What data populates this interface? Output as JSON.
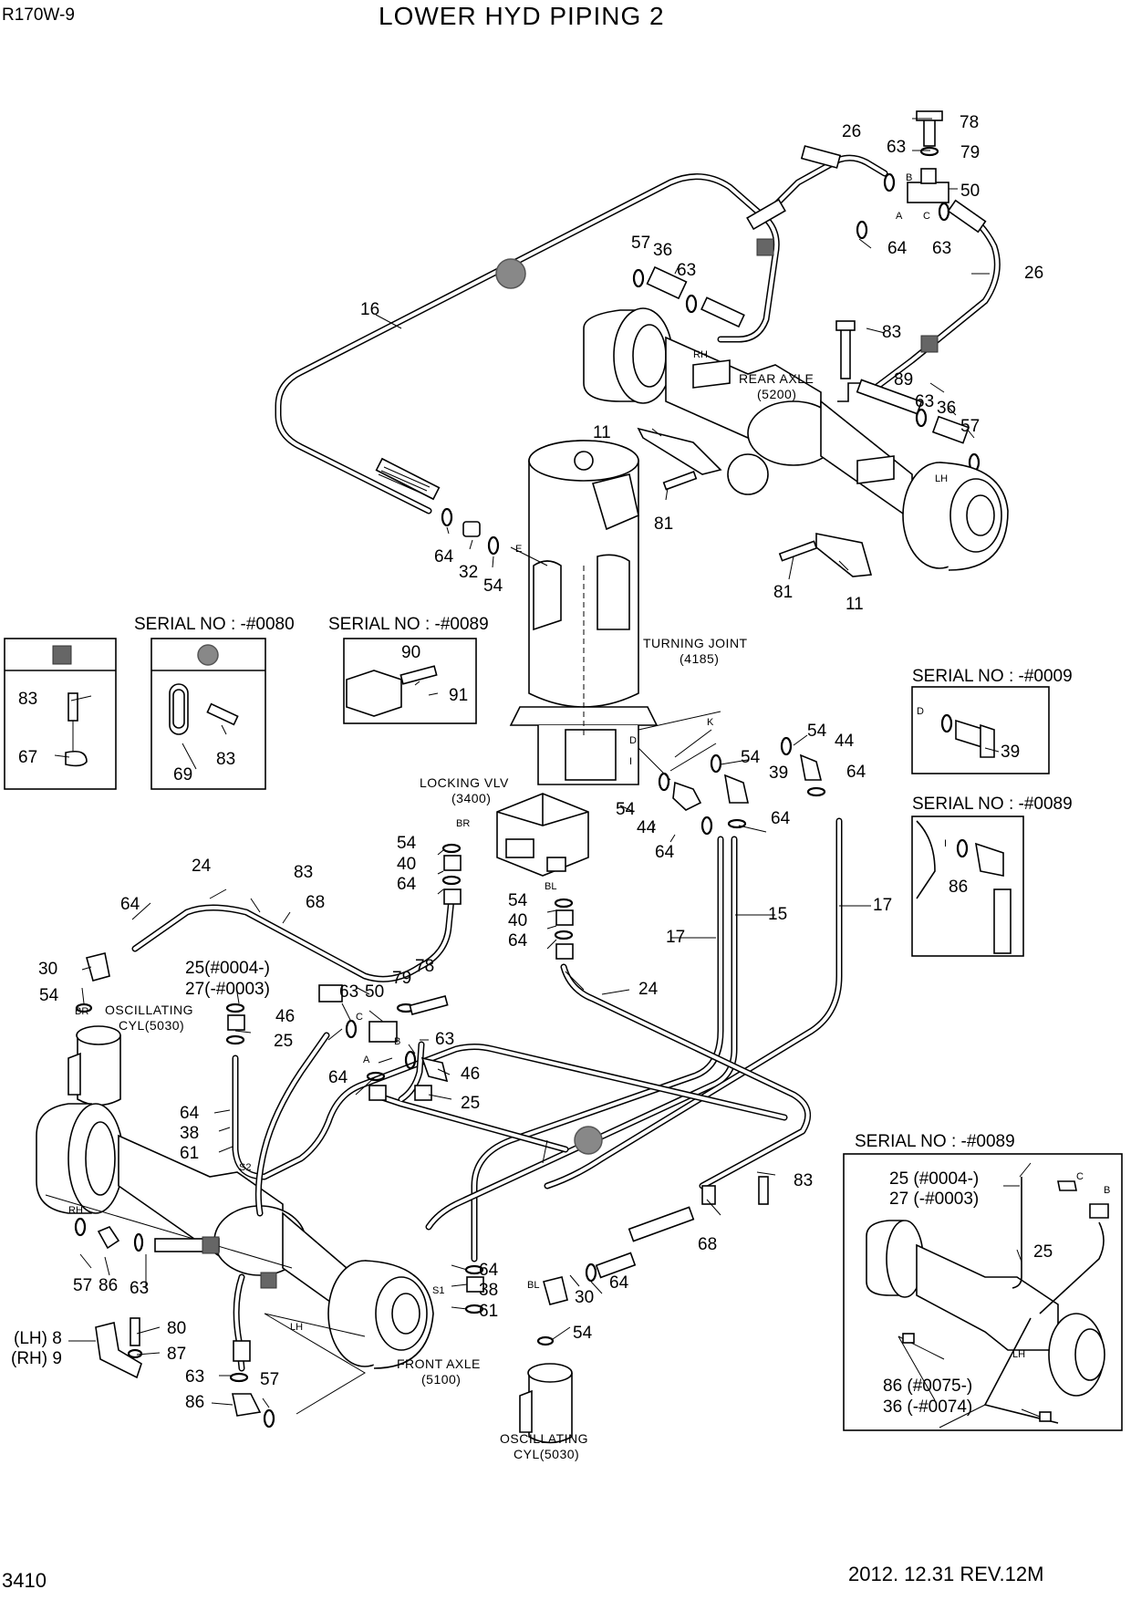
{
  "header": {
    "model": "R170W-9",
    "title": "LOWER HYD PIPING 2"
  },
  "footer": {
    "page": "3410",
    "revision": "2012. 12.31  REV.12M"
  },
  "assemblies": {
    "rear_axle": [
      "REAR AXLE",
      "(5200)"
    ],
    "turning_joint": [
      "TURNING JOINT",
      "(4185)"
    ],
    "locking_vlv": [
      "LOCKING VLV",
      "(3400)"
    ],
    "osc_cyl_left": [
      "OSCILLATING",
      "CYL(5030)"
    ],
    "osc_cyl_bottom": [
      "OSCILLATING",
      "CYL(5030)"
    ],
    "front_axle": [
      "FRONT AXLE",
      "(5100)"
    ]
  },
  "side_marks": {
    "rh_rear": "RH",
    "lh_rear": "LH",
    "rh_front": "RH",
    "lh_front": "LH",
    "lh_inset": "LH"
  },
  "port_letters": {
    "b1": "B",
    "a1": "A",
    "c1": "C",
    "e": "E",
    "k": "K",
    "d": "D",
    "i": "I",
    "br": "BR",
    "bl": "BL",
    "br2": "BR",
    "bl2": "BL",
    "c2": "C",
    "a2": "A",
    "b2": "B",
    "s2": "S2",
    "s1": "S1",
    "d_inset": "D",
    "i_inset": "I",
    "c_inset": "C",
    "b_inset": "B"
  },
  "serial_boxes": {
    "a": "SERIAL NO : -#0080",
    "b": "SERIAL NO : -#0089",
    "c": "SERIAL NO : -#0009",
    "d": "SERIAL NO : -#0089",
    "e": "SERIAL NO : -#0089"
  },
  "callouts": [
    {
      "id": "c_26a",
      "text": "26"
    },
    {
      "id": "c_78a",
      "text": "78"
    },
    {
      "id": "c_63a",
      "text": "63"
    },
    {
      "id": "c_79a",
      "text": "79"
    },
    {
      "id": "c_50a",
      "text": "50"
    },
    {
      "id": "c_64a",
      "text": "64"
    },
    {
      "id": "c_63b",
      "text": "63"
    },
    {
      "id": "c_26b",
      "text": "26"
    },
    {
      "id": "c_57a",
      "text": "57"
    },
    {
      "id": "c_36a",
      "text": "36"
    },
    {
      "id": "c_63c",
      "text": "63"
    },
    {
      "id": "c_16",
      "text": "16"
    },
    {
      "id": "c_83a",
      "text": "83"
    },
    {
      "id": "c_89",
      "text": "89"
    },
    {
      "id": "c_63d",
      "text": "63"
    },
    {
      "id": "c_36b",
      "text": "36"
    },
    {
      "id": "c_57b",
      "text": "57"
    },
    {
      "id": "c_11a",
      "text": "11"
    },
    {
      "id": "c_81a",
      "text": "81"
    },
    {
      "id": "c_81b",
      "text": "81"
    },
    {
      "id": "c_11b",
      "text": "11"
    },
    {
      "id": "c_64b",
      "text": "64"
    },
    {
      "id": "c_32",
      "text": "32"
    },
    {
      "id": "c_54a",
      "text": "54"
    },
    {
      "id": "c_83b",
      "text": "83"
    },
    {
      "id": "c_67",
      "text": "67"
    },
    {
      "id": "c_69",
      "text": "69"
    },
    {
      "id": "c_83c",
      "text": "83"
    },
    {
      "id": "c_90",
      "text": "90"
    },
    {
      "id": "c_91",
      "text": "91"
    },
    {
      "id": "c_39a",
      "text": "39"
    },
    {
      "id": "c_54b",
      "text": "54"
    },
    {
      "id": "c_44a",
      "text": "44"
    },
    {
      "id": "c_54c",
      "text": "54"
    },
    {
      "id": "c_39b",
      "text": "39"
    },
    {
      "id": "c_64c",
      "text": "64"
    },
    {
      "id": "c_54d",
      "text": "54"
    },
    {
      "id": "c_44b",
      "text": "44"
    },
    {
      "id": "c_64d",
      "text": "64"
    },
    {
      "id": "c_64e",
      "text": "64"
    },
    {
      "id": "c_86a",
      "text": "86"
    },
    {
      "id": "c_54e",
      "text": "54"
    },
    {
      "id": "c_40a",
      "text": "40"
    },
    {
      "id": "c_64f",
      "text": "64"
    },
    {
      "id": "c_54f",
      "text": "54"
    },
    {
      "id": "c_40b",
      "text": "40"
    },
    {
      "id": "c_64g",
      "text": "64"
    },
    {
      "id": "c_24a",
      "text": "24"
    },
    {
      "id": "c_83d",
      "text": "83"
    },
    {
      "id": "c_68a",
      "text": "68"
    },
    {
      "id": "c_64h",
      "text": "64"
    },
    {
      "id": "c_30a",
      "text": "30"
    },
    {
      "id": "c_54g",
      "text": "54"
    },
    {
      "id": "c_17a",
      "text": "17"
    },
    {
      "id": "c_15",
      "text": "15"
    },
    {
      "id": "c_17b",
      "text": "17"
    },
    {
      "id": "c_24b",
      "text": "24"
    },
    {
      "id": "c_25a",
      "text": "25(#0004-)"
    },
    {
      "id": "c_27a",
      "text": "27(-#0003)"
    },
    {
      "id": "c_63e",
      "text": "63"
    },
    {
      "id": "c_50b",
      "text": "50"
    },
    {
      "id": "c_79b",
      "text": "79"
    },
    {
      "id": "c_78b",
      "text": "78"
    },
    {
      "id": "c_46a",
      "text": "46"
    },
    {
      "id": "c_25b",
      "text": "25"
    },
    {
      "id": "c_63f",
      "text": "63"
    },
    {
      "id": "c_46b",
      "text": "46"
    },
    {
      "id": "c_64i",
      "text": "64"
    },
    {
      "id": "c_25c",
      "text": "25"
    },
    {
      "id": "c_64j",
      "text": "64"
    },
    {
      "id": "c_38a",
      "text": "38"
    },
    {
      "id": "c_61a",
      "text": "61"
    },
    {
      "id": "c_83e",
      "text": "83"
    },
    {
      "id": "c_68b",
      "text": "68"
    },
    {
      "id": "c_57c",
      "text": "57"
    },
    {
      "id": "c_86b",
      "text": "86"
    },
    {
      "id": "c_63g",
      "text": "63"
    },
    {
      "id": "c_64k",
      "text": "64"
    },
    {
      "id": "c_38b",
      "text": "38"
    },
    {
      "id": "c_61b",
      "text": "61"
    },
    {
      "id": "c_30b",
      "text": "30"
    },
    {
      "id": "c_64l",
      "text": "64"
    },
    {
      "id": "c_54h",
      "text": "54"
    },
    {
      "id": "c_80",
      "text": "80"
    },
    {
      "id": "c_8",
      "text": "(LH) 8"
    },
    {
      "id": "c_9",
      "text": "(RH) 9"
    },
    {
      "id": "c_87",
      "text": "87"
    },
    {
      "id": "c_63h",
      "text": "63"
    },
    {
      "id": "c_57d",
      "text": "57"
    },
    {
      "id": "c_86c",
      "text": "86"
    },
    {
      "id": "c_25d",
      "text": "25 (#0004-)"
    },
    {
      "id": "c_27b",
      "text": "27 (-#0003)"
    },
    {
      "id": "c_25e",
      "text": "25"
    },
    {
      "id": "c_86d",
      "text": "86 (#0075-)"
    },
    {
      "id": "c_36c",
      "text": "36 (-#0074)"
    }
  ]
}
